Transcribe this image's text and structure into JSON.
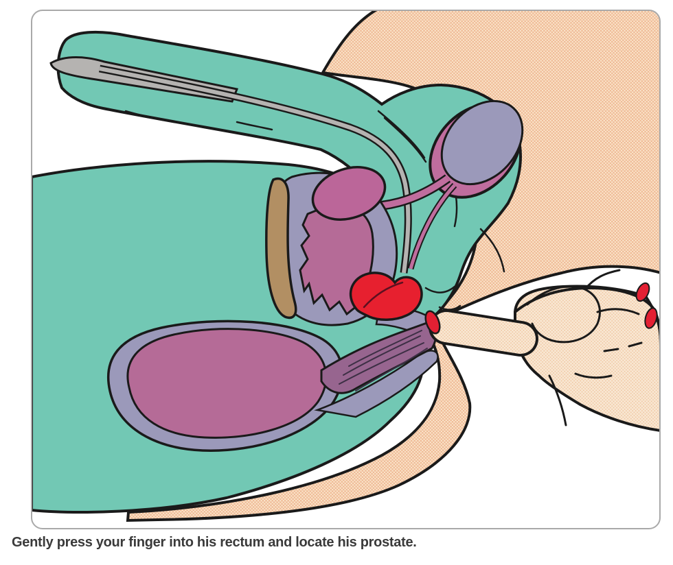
{
  "figure": {
    "caption": "Gently press your finger into his rectum and locate his prostate."
  },
  "illustration": {
    "parts": [
      "penis-cross-section",
      "glans",
      "urethra",
      "bladder",
      "seminal-vesicle",
      "vas-deferens-duct",
      "pubic-bone",
      "pelvic-tissue",
      "prostate",
      "rectum",
      "anal-canal",
      "buttock-skin",
      "leg-skin",
      "examining-hand",
      "index-finger",
      "painted-fingernail"
    ]
  },
  "palette": {
    "frame_border": "#a9a9a9",
    "background": "#ffffff",
    "outline": "#1a1a1a",
    "body_teal": "#72c8b4",
    "skin_base": "#efba96",
    "skin_dot": "#fbe6cc",
    "hand_base": "#f9e8d4",
    "hand_dot": "#f0c8a4",
    "lavender": "#9b99ba",
    "mauve_band": "#c06d9e",
    "organ_pink": "#b56b97",
    "vesicle_pink": "#bb6699",
    "plum_canal": "#97658f",
    "plum_line": "#3d2f45",
    "bone_tan": "#b28f63",
    "urethra_gray": "#b5b3b1",
    "prostate_red": "#e7202f",
    "nail_red": "#e32033",
    "caption_color": "#3a3a3a"
  }
}
